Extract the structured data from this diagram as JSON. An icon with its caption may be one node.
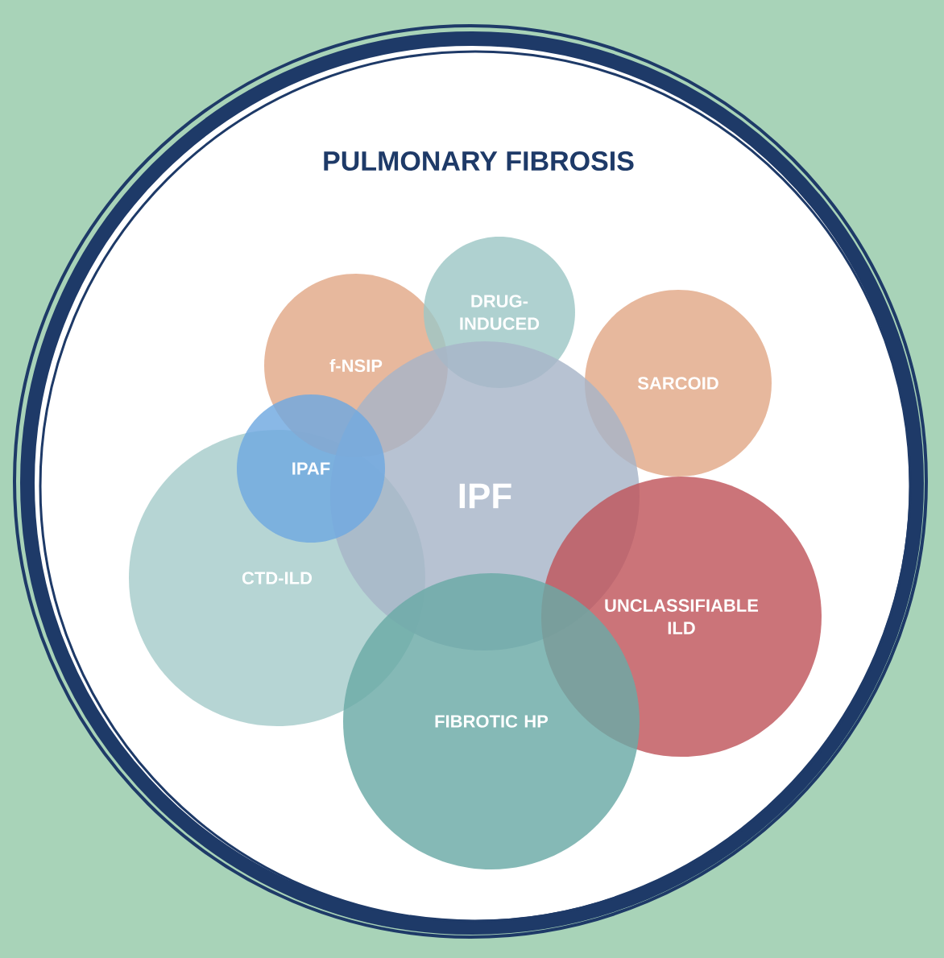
{
  "diagram": {
    "title": "PULMONARY FIBROSIS",
    "nodes": [
      {
        "text": [
          "DRUG-INDUCED"
        ]
      },
      {
        "text": [
          "f-NSIP"
        ]
      },
      {
        "text": [
          "SARCOID"
        ]
      },
      {
        "text": [
          "IPAF"
        ]
      },
      {
        "text": [
          "IPF"
        ]
      },
      {
        "text": [
          "CTD-ILD"
        ]
      },
      {
        "text": [
          "UNCLASSIFIABLE ILD"
        ]
      },
      {
        "text": [
          "FIBROTIC HP"
        ]
      }
    ]
  }
}
